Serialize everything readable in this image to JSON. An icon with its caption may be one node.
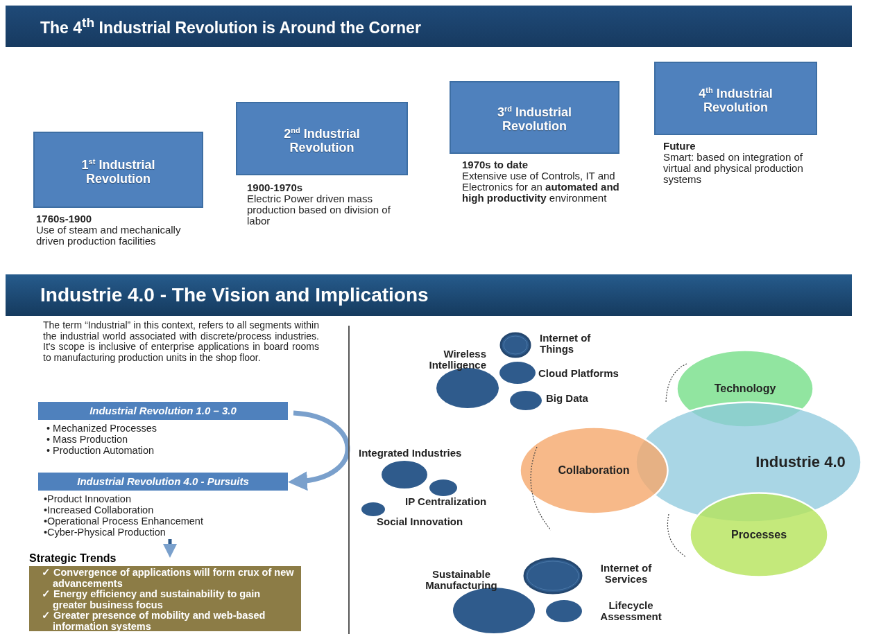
{
  "diagram": {
    "nodes": [
      {
        "text": [
          "The 4$^{th}$ Industrial Revolution is Around the Corner"
        ]
      },
      {
        "text": [
          "1$^{st}$ Industrial Revolution"
        ],
        "beside": [
          "1760s-1900",
          "Use of steam and mechanically driven production facilities"
        ]
      },
      {
        "text": [
          "2$^{nd}$ Industrial Revolution"
        ],
        "beside": [
          "1900-1970s",
          "Electric Power driven mass production based on division of labor"
        ]
      },
      {
        "text": [
          "3$^{rd}$ Industrial Revolution"
        ],
        "beside": [
          "1970s to date",
          "Extensive use of Controls, IT and Electronics for an **automated and high productivity** environment"
        ]
      },
      {
        "text": [
          "4$^{th}$ Industrial Revolution"
        ],
        "beside": [
          "Future",
          "Smart: based on integration of virtual and physical production systems"
        ]
      },
      {
        "text": [
          "Industrie 4.0 - The Vision and Implications"
        ]
      },
      {
        "text": [
          "Industrial Revolution 1.0 – 3.0"
        ],
        "beside": [
          "• Mechanized Processes",
          "• Mass Production",
          "• Production Automation"
        ]
      },
      {
        "text": [
          "Industrial Revolution 4.0 - Pursuits"
        ],
        "beside": [
          "•Product Innovation",
          "•Increased Collaboration",
          "•Operational Process Enhancement",
          "•Cyber-Physical Production"
        ]
      },
      {
        "text": [
          "Strategic Trends",
          "✓ Convergence of applications will form crux of new advancements",
          "✓ Energy efficiency and sustainability to gain greater business focus",
          "✓ Greater presence of mobility and web-based information systems"
        ]
      },
      {
        "text": [],
        "shape": "circle",
        "beside": [
          "Internet of Things"
        ]
      },
      {
        "text": [],
        "shape": "circle",
        "beside": [
          "Wireless Intelligence"
        ]
      },
      {
        "text": [],
        "shape": "circle",
        "beside": [
          "Cloud Platforms"
        ]
      },
      {
        "text": [],
        "shape": "circle",
        "beside": [
          "Big Data"
        ]
      },
      {
        "text": [
          "Technology"
        ]
      },
      {
        "text": [],
        "shape": "circle",
        "beside": [
          "Integrated Industries"
        ]
      },
      {
        "text": [
          "Industrie 4.0"
        ]
      },
      {
        "text": [
          "Collaboration"
        ]
      },
      {
        "text": [],
        "shape": "circle",
        "beside": [
          "IP Centralization"
        ]
      },
      {
        "text": [],
        "shape": "circle",
        "beside": [
          "Social Innovation"
        ]
      },
      {
        "text": [
          "Processes"
        ]
      },
      {
        "text": [],
        "shape": "circle",
        "beside": [
          "Internet of Services"
        ]
      },
      {
        "text": [],
        "shape": "circle",
        "beside": [
          "Sustainable Manufacturing"
        ]
      },
      {
        "text": [],
        "shape": "circle",
        "beside": [
          "Lifecycle Assessment"
        ]
      }
    ],
    "edges": [
      {
        "from": 6,
        "to": 7,
        "arrow": "to"
      },
      {
        "from": 7,
        "to": 8,
        "arrow": "to"
      }
    ],
    "labels": [
      "The term “Industrial” in this context, refers to all segments within the industrial world associated with discrete/process industries. It's scope is inclusive of enterprise applications in board rooms to manufacturing production units in the shop floor."
    ]
  }
}
